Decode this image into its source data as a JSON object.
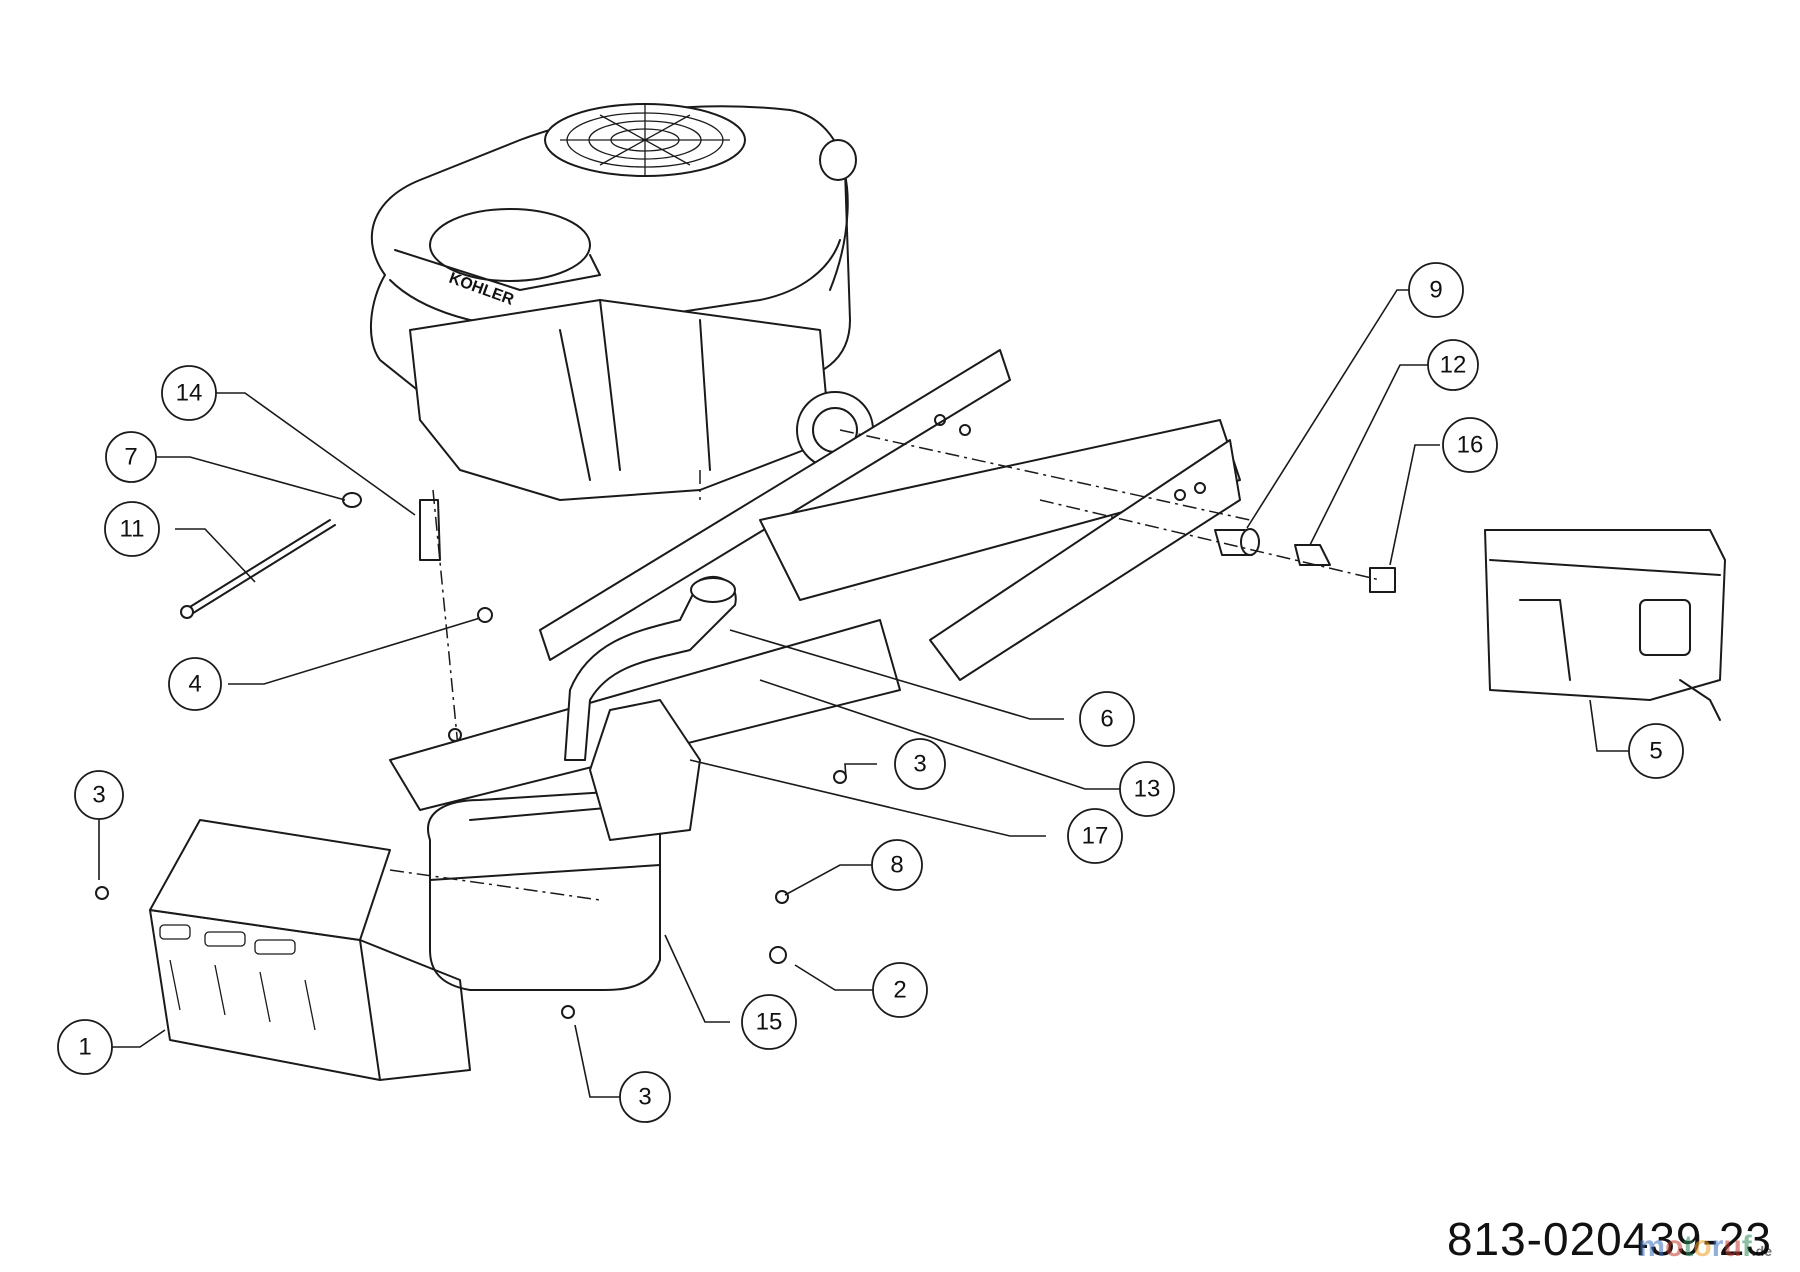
{
  "drawing_number": "813-020439-23",
  "engine_brand_mark": "KOHLER",
  "watermark": {
    "text": "motoruf",
    "suffix": ".de",
    "colors": [
      "#3a6ec0",
      "#c0392b",
      "#2e8b57",
      "#f0a020"
    ]
  },
  "callouts": [
    {
      "id": "1",
      "label": "1"
    },
    {
      "id": "2",
      "label": "2"
    },
    {
      "id": "3a",
      "label": "3"
    },
    {
      "id": "3b",
      "label": "3"
    },
    {
      "id": "3c",
      "label": "3"
    },
    {
      "id": "4",
      "label": "4"
    },
    {
      "id": "5",
      "label": "5"
    },
    {
      "id": "6",
      "label": "6"
    },
    {
      "id": "7",
      "label": "7"
    },
    {
      "id": "8",
      "label": "8"
    },
    {
      "id": "9",
      "label": "9"
    },
    {
      "id": "11",
      "label": "11"
    },
    {
      "id": "12",
      "label": "12"
    },
    {
      "id": "13",
      "label": "13"
    },
    {
      "id": "14",
      "label": "14"
    },
    {
      "id": "15",
      "label": "15"
    },
    {
      "id": "16",
      "label": "16"
    },
    {
      "id": "17",
      "label": "17"
    }
  ]
}
